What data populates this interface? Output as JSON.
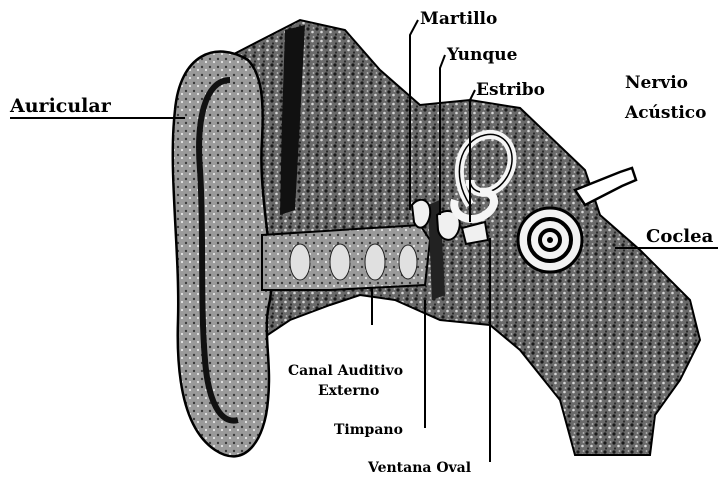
{
  "diagram": {
    "labels": {
      "auricular": "Auricular",
      "martillo": "Martillo",
      "yunque": "Yunque",
      "estribo": "Estribo",
      "nervio_line1": "Nervio",
      "nervio_line2": "Acústico",
      "coclea": "Coclea",
      "canal_line1": "Canal Auditivo",
      "canal_line2": "Externo",
      "timpano": "Timpano",
      "ventana": "Ventana Oval"
    }
  }
}
